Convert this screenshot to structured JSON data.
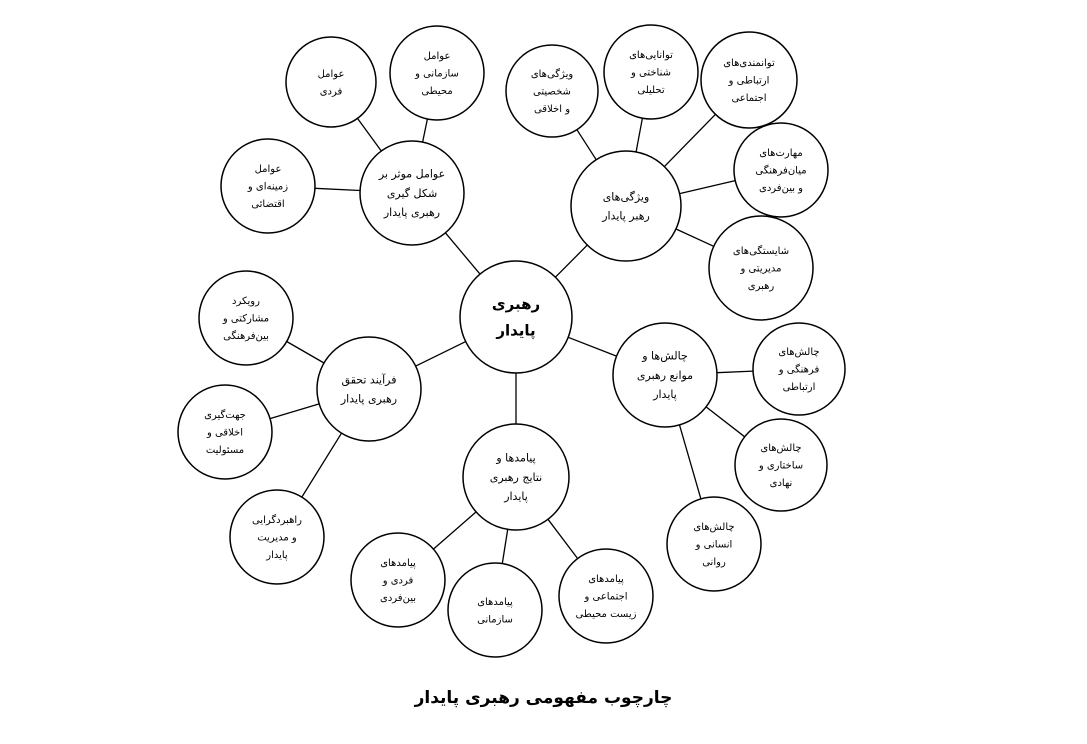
{
  "diagram": {
    "center": {
      "lines": [
        "رهبری",
        "پایدار"
      ]
    },
    "groups": [
      {
        "id": "factors",
        "lines": [
          "عوامل موثر بر",
          "شکل گیری",
          "رهبری پایدار"
        ],
        "children": [
          {
            "lines": [
              "عوامل",
              "فردی"
            ]
          },
          {
            "lines": [
              "عوامل",
              "سازمانی و",
              "محیطی"
            ]
          },
          {
            "lines": [
              "عوامل",
              "زمینه‌ای و",
              "اقتضائی"
            ]
          }
        ]
      },
      {
        "id": "traits",
        "lines": [
          "ویژگی‌های",
          "رهبر پایدار"
        ],
        "children": [
          {
            "lines": [
              "ویژگی‌های",
              "شخصیتی",
              "و اخلاقی"
            ]
          },
          {
            "lines": [
              "توانایی‌های",
              "شناختی و",
              "تحلیلی"
            ]
          },
          {
            "lines": [
              "توانمندی‌های",
              "ارتباطی و",
              "اجتماعی"
            ]
          },
          {
            "lines": [
              "مهارت‌های",
              "میان‌فرهنگی",
              "و بین‌فردی"
            ]
          },
          {
            "lines": [
              "شایستگی‌های",
              "مدیریتی و",
              "رهبری"
            ]
          }
        ]
      },
      {
        "id": "process",
        "lines": [
          "فرآیند تحقق",
          "رهبری پایدار"
        ],
        "children": [
          {
            "lines": [
              "رویکرد",
              "مشارکتی و",
              "بین‌فرهنگی"
            ]
          },
          {
            "lines": [
              "جهت‌گیری",
              "اخلاقی و",
              "مسئولیت"
            ]
          },
          {
            "lines": [
              "راهبردگرایی",
              "و مدیریت",
              "پایدار"
            ]
          }
        ]
      },
      {
        "id": "challenges",
        "lines": [
          "چالش‌ها و",
          "موانع رهبری",
          "پایدار"
        ],
        "children": [
          {
            "lines": [
              "چالش‌های",
              "فرهنگی و",
              "ارتباطی"
            ]
          },
          {
            "lines": [
              "چالش‌های",
              "ساختاری و",
              "نهادی"
            ]
          },
          {
            "lines": [
              "چالش‌های",
              "انسانی و",
              "روانی"
            ]
          }
        ]
      },
      {
        "id": "outcomes",
        "lines": [
          "پیامدها و",
          "نتایج رهبری",
          "پایدار"
        ],
        "children": [
          {
            "lines": [
              "پیامدهای",
              "فردی و",
              "بین‌فردی"
            ]
          },
          {
            "lines": [
              "پیامدهای",
              "سازمانی"
            ]
          },
          {
            "lines": [
              "پیامدهای",
              "اجتماعی و",
              "زیست محیطی"
            ]
          }
        ]
      }
    ]
  },
  "caption": "چارچوب مفهومی رهبری پایدار"
}
